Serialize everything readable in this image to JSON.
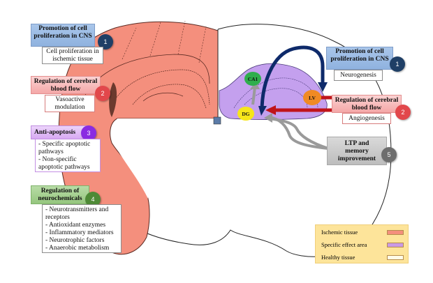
{
  "colors": {
    "ischemic": "#f48f7d",
    "specific_effect": "#c4a0ee",
    "healthy": "#ffffff",
    "badge1": "#1f3f66",
    "badge2": "#e2474b",
    "badge3": "#8a2be2",
    "badge4": "#4e8a36",
    "badge5": "#6e6e6e",
    "node_ca1": "#2fae4d",
    "node_lv": "#f08a24",
    "node_dg": "#f6e61a",
    "arrow_blue": "#0e2a6a",
    "arrow_red": "#c0141a",
    "arrow_grey": "#9a9a9a"
  },
  "left": {
    "box1": {
      "title": "Promotion of cell proliferation in CNS",
      "badge": "1",
      "detail": "Cell proliferation in ischemic tissue"
    },
    "box2": {
      "title": "Regulation of cerebral blood flow",
      "badge": "2",
      "detail": "Vasoactive modulation"
    },
    "box3": {
      "title": "Anti-apoptosis",
      "badge": "3",
      "details": [
        "- Specific apoptotic pathways",
        "- Non-specific apoptotic pathways"
      ]
    },
    "box4": {
      "title": "Regulation of neurochemicals",
      "badge": "4",
      "details": [
        "- Neurotransmitters and receptors",
        "- Antioxidant enzymes",
        "- Inflammatory mediators",
        "- Neurotrophic factors",
        "- Anaerobic metabolism"
      ]
    }
  },
  "right": {
    "box1": {
      "title": "Promotion of cell proliferation in CNS",
      "badge": "1",
      "detail": "Neurogenesis"
    },
    "box2": {
      "title": "Regulation of cerebral blood flow",
      "badge": "2",
      "detail": "Angiogenesis"
    },
    "box5": {
      "title": "LTP and memory improvement",
      "badge": "5"
    }
  },
  "nodes": {
    "ca1": "CA1",
    "lv": "LV",
    "dg": "DG"
  },
  "legend": {
    "items": [
      {
        "label": "Ischemic tissue"
      },
      {
        "label": "Specific effect area"
      },
      {
        "label": "Healthy tissue"
      }
    ]
  }
}
